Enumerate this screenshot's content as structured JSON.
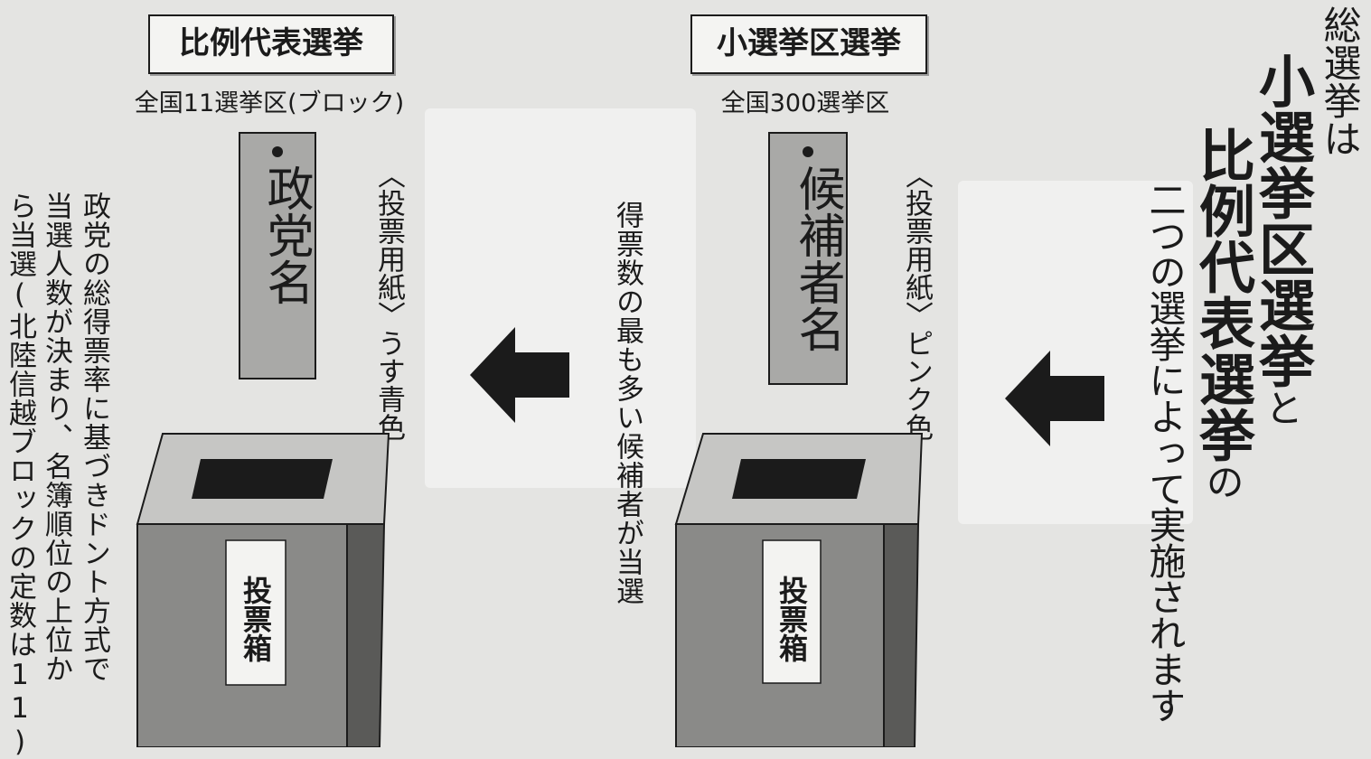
{
  "colors": {
    "background": "#e4e4e2",
    "ink": "#1b1b1b",
    "tag_fill": "#a9a9a7",
    "box_front": "#8a8a88",
    "box_top": "#c6c6c4",
    "box_side": "#5a5a58"
  },
  "headline": {
    "line1": "総選挙は",
    "line2": "小選挙区選挙",
    "line2_particle": "と",
    "line3": "比例代表選挙",
    "line3_particle": "の",
    "line4": "二つの選挙によって実施されます"
  },
  "arrows": [
    {
      "direction": "left",
      "icon": "left-arrow-icon"
    },
    {
      "direction": "left",
      "icon": "left-arrow-icon"
    }
  ],
  "proportional": {
    "title": "比例代表選挙",
    "subtitle": "全国11選挙区(ブロック)",
    "tag_text": "政党名",
    "ballot_note": "〈投票用紙〉うす青色",
    "box_label": "投票箱",
    "description_line1": "政党の総得票率に基づきドント方式で",
    "description_line2": "当選人数が決まり、名簿順位の上位か",
    "description_line3": "ら当選(北陸信越ブロックの定数は11)"
  },
  "single_seat": {
    "title": "小選挙区選挙",
    "subtitle": "全国300選挙区",
    "tag_text": "候補者名",
    "ballot_note": "〈投票用紙〉ピンク色",
    "box_label": "投票箱",
    "description": "得票数の最も多い候補者が当選"
  }
}
